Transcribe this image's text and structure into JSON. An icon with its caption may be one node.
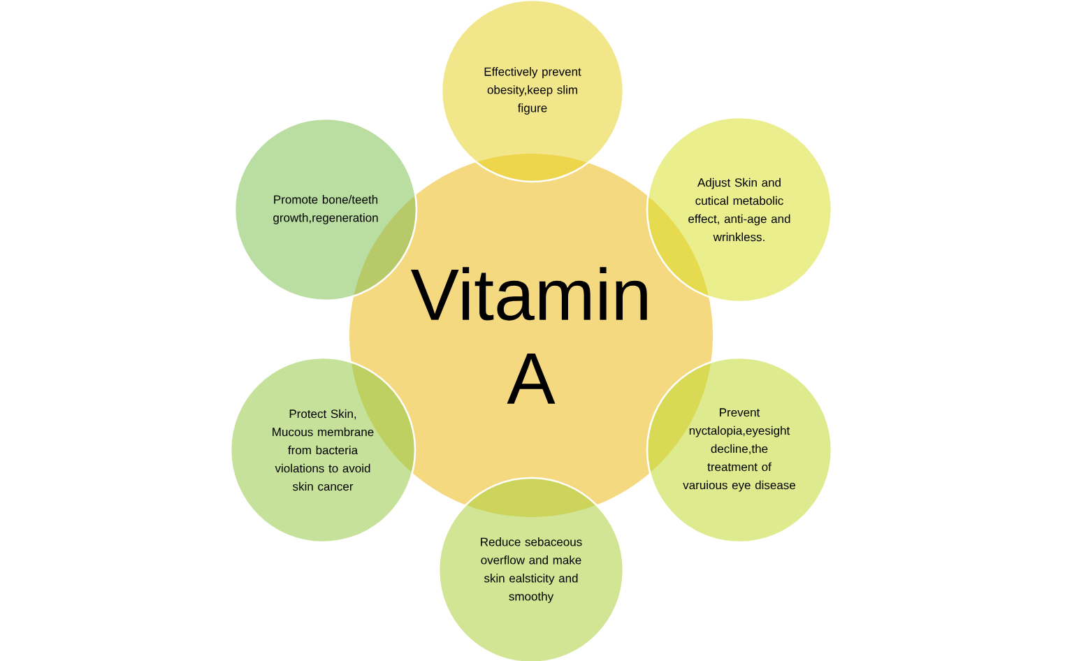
{
  "diagram": {
    "nodes": [
      {
        "text": [
          "Vitamin A"
        ]
      },
      {
        "text": [
          "Effectively prevent obesity,keep slim figure"
        ]
      },
      {
        "text": [
          "Promote bone/teeth growth,regeneration"
        ]
      },
      {
        "text": [
          "Adjust Skin and cutical metabolic effect, anti-age and wrinkless."
        ]
      },
      {
        "text": [
          "Protect Skin, Mucous membrane from bacteria violations to avoid skin cancer"
        ]
      },
      {
        "text": [
          "Prevent nyctalopia,eyesight decline,the treatment of varuious eye disease"
        ]
      },
      {
        "text": [
          "Reduce sebaceous overflow and make skin ealsticity and smoothy"
        ]
      }
    ]
  }
}
